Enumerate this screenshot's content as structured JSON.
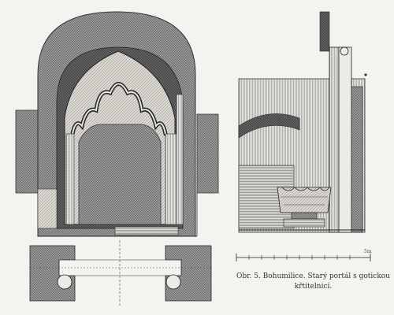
{
  "figure": {
    "caption_line1": "Obr. 5. Bohumilice. Starý portál s gotickou",
    "caption_line2": "křtitelnicí.",
    "scale_unit_label": "5m"
  },
  "colors": {
    "paper": "#f4f3ef",
    "ink": "#2a2a2a",
    "wall_tone": "#8e8e8e",
    "dark_tone": "#4a4a4a"
  }
}
